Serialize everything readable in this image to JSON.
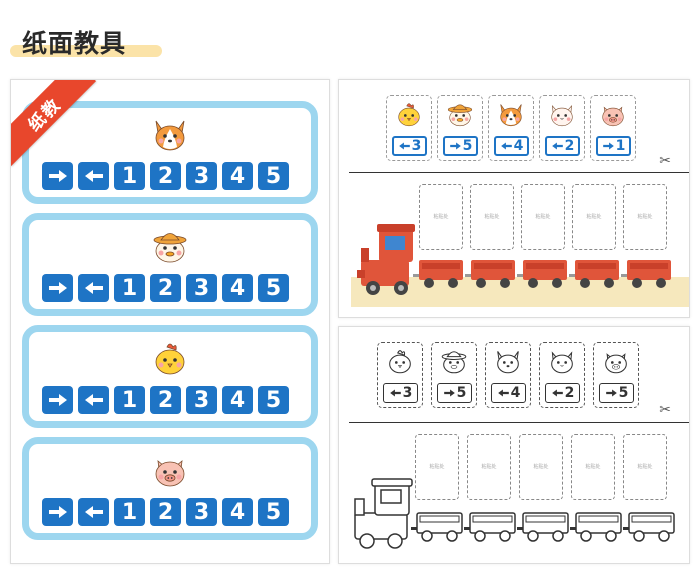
{
  "header": {
    "title": "纸面教具"
  },
  "left_panel": {
    "ribbon_label": "纸教",
    "cards": [
      {
        "animal": "corgi-face-icon",
        "tiles": [
          "→",
          "←",
          "1",
          "2",
          "3",
          "4",
          "5"
        ]
      },
      {
        "animal": "duck-face-icon",
        "tiles": [
          "→",
          "←",
          "1",
          "2",
          "3",
          "4",
          "5"
        ]
      },
      {
        "animal": "chick-face-icon",
        "tiles": [
          "→",
          "←",
          "1",
          "2",
          "3",
          "4",
          "5"
        ]
      },
      {
        "animal": "pig-face-icon",
        "tiles": [
          "→",
          "←",
          "1",
          "2",
          "3",
          "4",
          "5"
        ]
      }
    ]
  },
  "color_sheet": {
    "mini_cards": [
      {
        "animal": "chick-face-icon",
        "direction": "left",
        "number": "3"
      },
      {
        "animal": "duck-face-icon",
        "direction": "right",
        "number": "5"
      },
      {
        "animal": "corgi-face-icon",
        "direction": "left",
        "number": "4"
      },
      {
        "animal": "cat-face-icon",
        "direction": "left",
        "number": "2"
      },
      {
        "animal": "pig-face-icon",
        "direction": "right",
        "number": "1"
      }
    ],
    "slot_label": "粘贴处"
  },
  "bw_sheet": {
    "mini_cards": [
      {
        "animal": "chick-face-icon",
        "direction": "left",
        "number": "3"
      },
      {
        "animal": "duck-face-icon",
        "direction": "right",
        "number": "5"
      },
      {
        "animal": "corgi-face-icon",
        "direction": "left",
        "number": "4"
      },
      {
        "animal": "cat-face-icon",
        "direction": "left",
        "number": "2"
      },
      {
        "animal": "pig-face-icon",
        "direction": "right",
        "number": "5"
      }
    ],
    "slot_label": "粘贴处"
  },
  "colors": {
    "tile_blue": "#1e74c5",
    "card_border": "#9dd6ef",
    "ribbon_red": "#e8472c",
    "title_highlight": "#fbe3a8",
    "train_red": "#e0553a",
    "train_blue": "#3f86d0",
    "sand": "#f6e8bd"
  }
}
